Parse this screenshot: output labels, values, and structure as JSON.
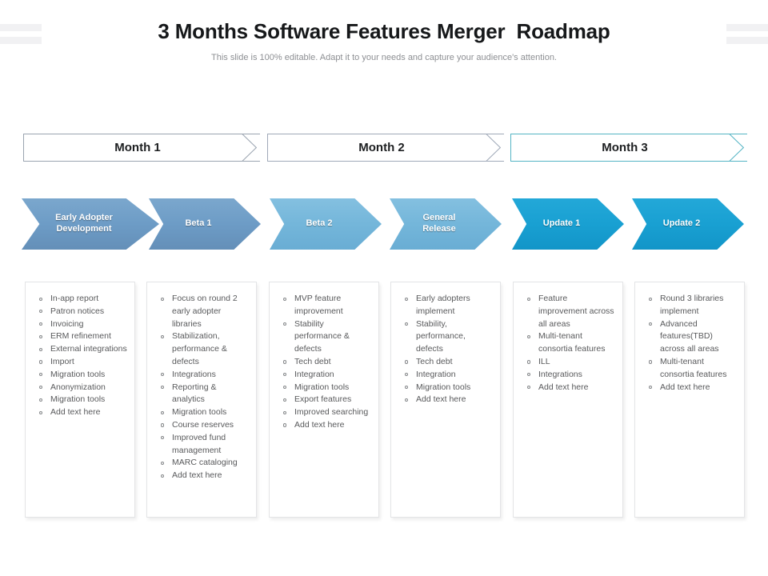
{
  "header": {
    "title": "3 Months Software Features Merger  Roadmap",
    "subtitle": "This slide is 100% editable. Adapt it to your needs and capture your audience's attention."
  },
  "colors": {
    "arrow_phase1": "#6d9cc6",
    "arrow_phase2": "#74b6da",
    "arrow_phase3": "#19a0d2",
    "banner_border_month1": "#9aa4b0",
    "banner_border_month2": "#9fa9b8",
    "banner_border_month3": "#54b4c4",
    "card_border": "#e3e4e6",
    "body_text": "#58595b",
    "title_text": "#16181a",
    "subtitle_text": "#8d8f93"
  },
  "months": [
    {
      "label": "Month 1"
    },
    {
      "label": "Month 2"
    },
    {
      "label": "Month 3"
    }
  ],
  "milestones": [
    {
      "label": "Early Adopter\nDevelopment"
    },
    {
      "label": "Beta 1"
    },
    {
      "label": "Beta 2"
    },
    {
      "label": "General\nRelease"
    },
    {
      "label": "Update 1"
    },
    {
      "label": "Update 2"
    }
  ],
  "columns": [
    {
      "items": [
        "In-app report",
        "Patron notices",
        "Invoicing",
        "ERM refinement",
        "External integrations",
        "Import",
        "Migration tools",
        "Anonymization",
        "Migration tools",
        "Add text here"
      ]
    },
    {
      "items": [
        "Focus on round 2 early adopter libraries",
        "Stabilization, performance & defects",
        "Integrations",
        "Reporting & analytics",
        "Migration tools",
        "Course reserves",
        "Improved fund management",
        "MARC  cataloging",
        "Add text here"
      ]
    },
    {
      "items": [
        "MVP feature improvement",
        "Stability performance & defects",
        "Tech debt",
        "Integration",
        "Migration tools",
        "Export features",
        "Improved searching",
        "Add text here"
      ]
    },
    {
      "items": [
        "Early adopters implement",
        "Stability, performance, defects",
        "Tech debt",
        "Integration",
        "Migration tools",
        "Add text here"
      ]
    },
    {
      "items": [
        "Feature improvement across all areas",
        "Multi-tenant consortia features",
        "ILL",
        "Integrations",
        "Add text here"
      ]
    },
    {
      "items": [
        "Round 3 libraries implement",
        "Advanced features(TBD) across all areas",
        "Multi-tenant consortia features",
        "Add text here"
      ]
    }
  ]
}
